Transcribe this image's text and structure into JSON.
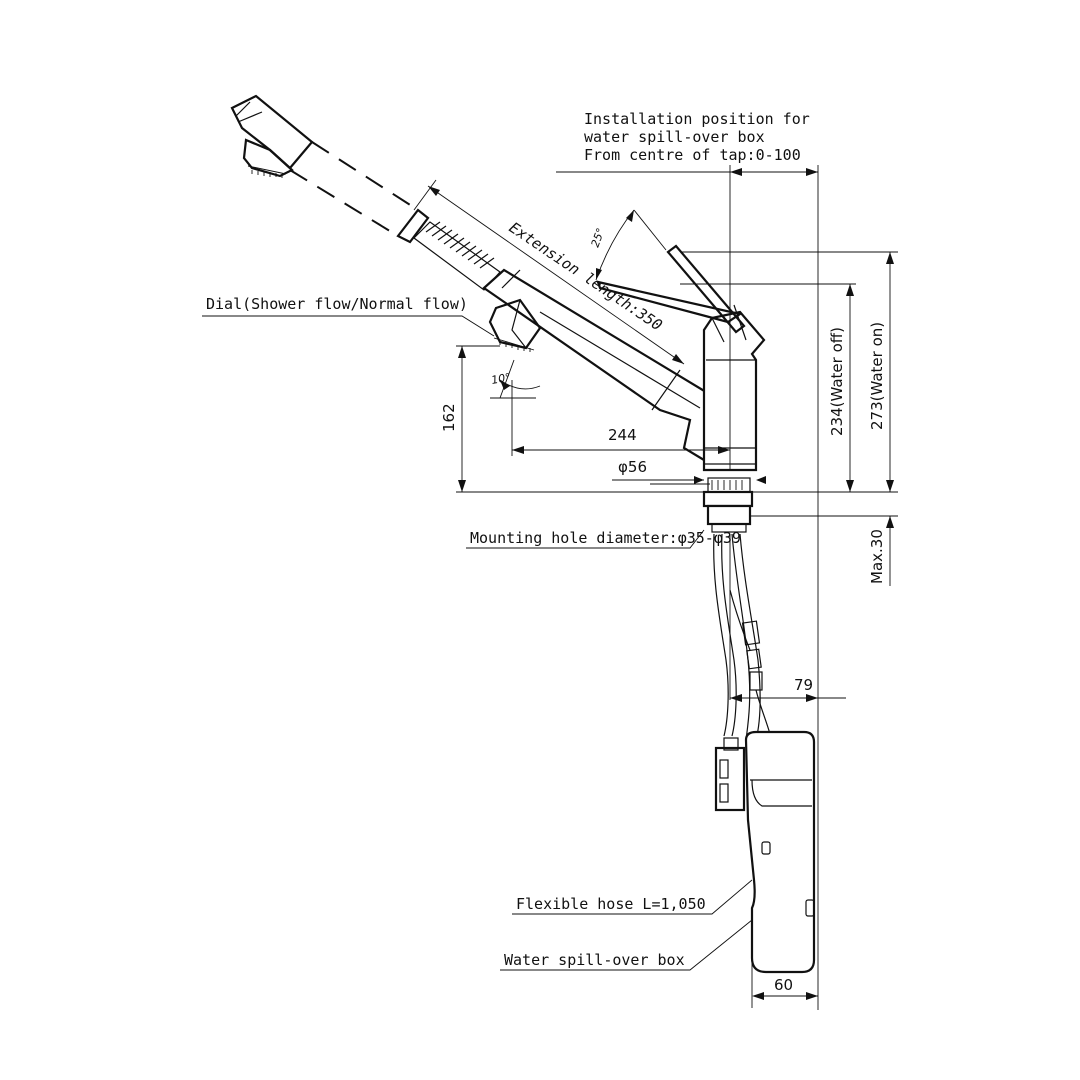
{
  "labels": {
    "spill_box_position": [
      "Installation position for",
      "water spill-over box",
      "From centre of tap:0-100"
    ],
    "extension_length": "Extension length:350",
    "dial": "Dial(Shower flow/Normal flow)",
    "mounting_hole": "Mounting hole diameter:φ35-φ39",
    "flexible_hose": "Flexible hose L=1,050",
    "spill_box": "Water spill-over box"
  },
  "dimensions": {
    "angle_handle": "25°",
    "angle_spout": "10°",
    "height_162": "162",
    "length_244": "244",
    "diameter_56": "φ56",
    "height_water_off": "234(Water off)",
    "height_water_on": "273(Water on)",
    "max_30": "Max.30",
    "offset_79": "79",
    "width_60": "60"
  }
}
